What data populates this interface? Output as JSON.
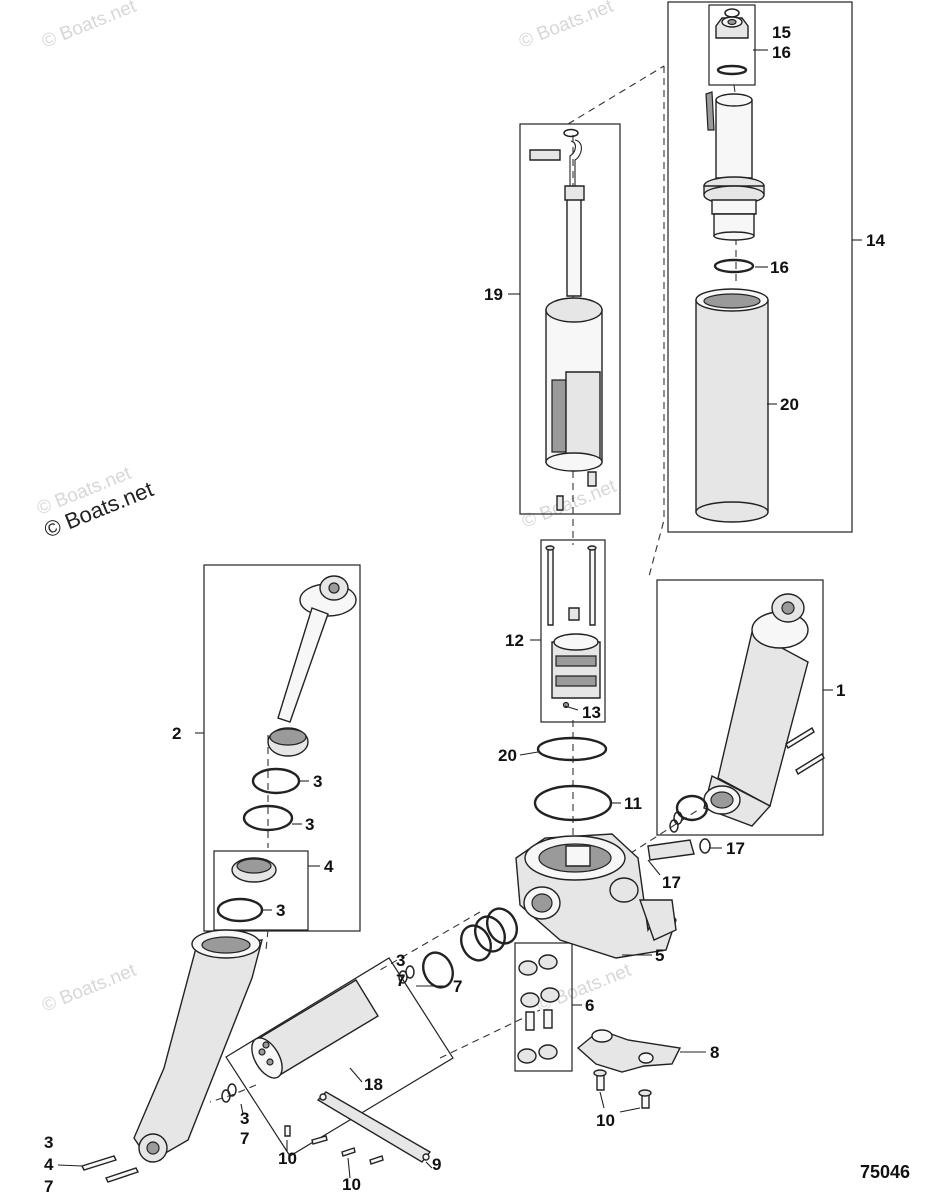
{
  "figure_number": "75046",
  "watermarks": {
    "dark": "© Boats.net",
    "light": "© Boats.net"
  },
  "callouts": {
    "c1": "1",
    "c2": "2",
    "c3a": "3",
    "c3b": "3",
    "c3c": "3",
    "c3d": "3",
    "c3e": "3",
    "c3f": "3",
    "c4a": "4",
    "c4b": "4",
    "c5": "5",
    "c6": "6",
    "c7a": "7",
    "c7b": "7",
    "c7c": "7",
    "c7d": "7",
    "c8": "8",
    "c9": "9",
    "c10a": "10",
    "c10b": "10",
    "c10c": "10",
    "c11": "11",
    "c12": "12",
    "c13": "13",
    "c14": "14",
    "c15": "15",
    "c16a": "16",
    "c16b": "16",
    "c17a": "17",
    "c17b": "17",
    "c18": "18",
    "c19": "19",
    "c20a": "20",
    "c20b": "20"
  }
}
